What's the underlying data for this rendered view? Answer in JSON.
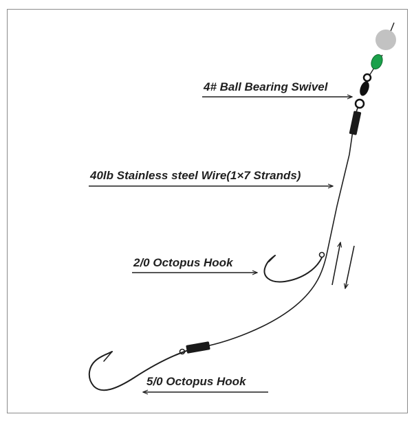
{
  "title": "",
  "labels": {
    "swivel": "4# Ball Bearing Swivel",
    "wire": "40lb Stainless steel Wire(1×7 Strands)",
    "hook_small": "2/0 Octopus Hook",
    "hook_large": "5/0 Octopus Hook"
  },
  "components": {
    "bead_grey": {
      "name": "grey-bead",
      "color": "#c2c2c2"
    },
    "bead_green": {
      "name": "green-bead",
      "color": "#1aa04a"
    },
    "swivel": {
      "name": "ball-bearing-swivel",
      "color": "#111111"
    },
    "crimp": {
      "name": "crimp-sleeve",
      "color": "#1a1a1a"
    },
    "wire": {
      "name": "stainless-wire",
      "color": "#1e1e1e"
    },
    "hooks": {
      "name": "octopus-hook",
      "color": "#1e1e1e"
    }
  },
  "adjust_arrows": {
    "icon": "adjustable-slide-arrows"
  }
}
